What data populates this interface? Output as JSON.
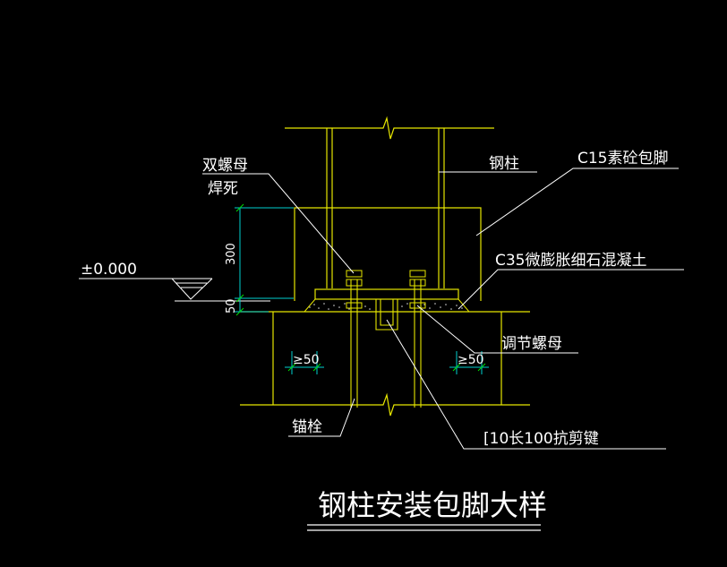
{
  "colors": {
    "background": "#000000",
    "outline": "#e6e600",
    "leader": "#ffffff",
    "dimension": "#00d0d0",
    "dimension_tick": "#00e000",
    "text": "#ffffff"
  },
  "labels": {
    "steel_column": "钢柱",
    "c15_encasement": "C15素砼包脚",
    "double_nut_line1": "双螺母",
    "double_nut_line2": "焊死",
    "elevation": "±0.000",
    "dim_300": "300",
    "dim_50": "50",
    "c35_grout": "C35微膨胀细石混凝土",
    "adjusting_nut": "调节螺母",
    "min_50_left": "≥50",
    "min_50_right": "≥50",
    "anchor_bolt": "锚栓",
    "shear_key": "[10长100抗剪键",
    "title": "钢柱安装包脚大样"
  }
}
